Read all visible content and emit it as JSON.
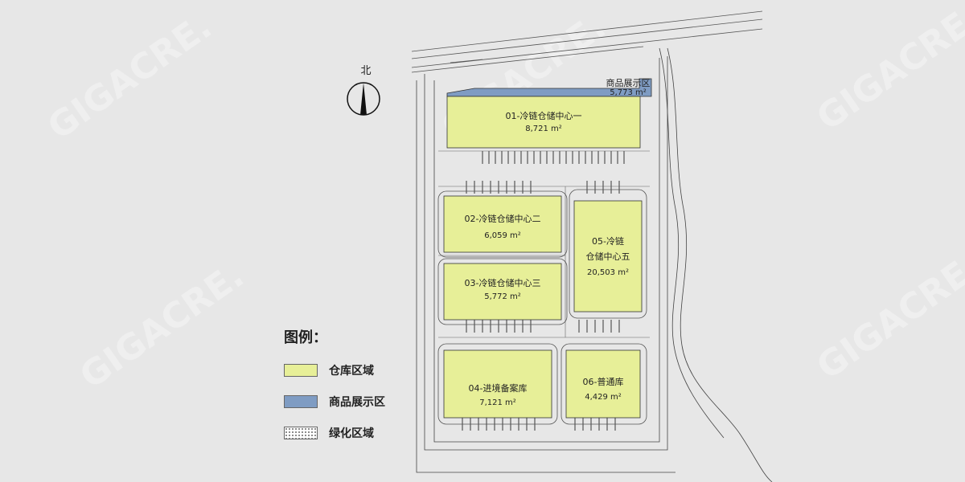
{
  "compass": {
    "label": "北"
  },
  "legend": {
    "title": "图例：",
    "items": [
      {
        "label": "仓库区域",
        "color": "#e7ef98"
      },
      {
        "label": "商品展示区",
        "color": "#7f9cc3"
      },
      {
        "label": "绿化区域",
        "color": "#ffffff"
      }
    ]
  },
  "buildings": [
    {
      "name": "01-冷链仓储中心一",
      "area": "8,721 m²"
    },
    {
      "name": "02-冷链仓储中心二",
      "area": "6,059 m²"
    },
    {
      "name": "03-冷链仓储中心三",
      "area": "5,772 m²"
    },
    {
      "name": "04-进境备案库",
      "area": "7,121 m²"
    },
    {
      "name": "05-冷链",
      "name2": "仓储中心五",
      "area": "20,503 m²"
    },
    {
      "name": "06-普通库",
      "area": "4,429 m²"
    }
  ],
  "showroom": {
    "name": "商品展示区",
    "area": "5,773 m²"
  },
  "watermark": "GIGACRE.",
  "colors": {
    "warehouse": "#e7ef98",
    "showroom": "#7f9cc3",
    "background": "#e7e7e7"
  }
}
